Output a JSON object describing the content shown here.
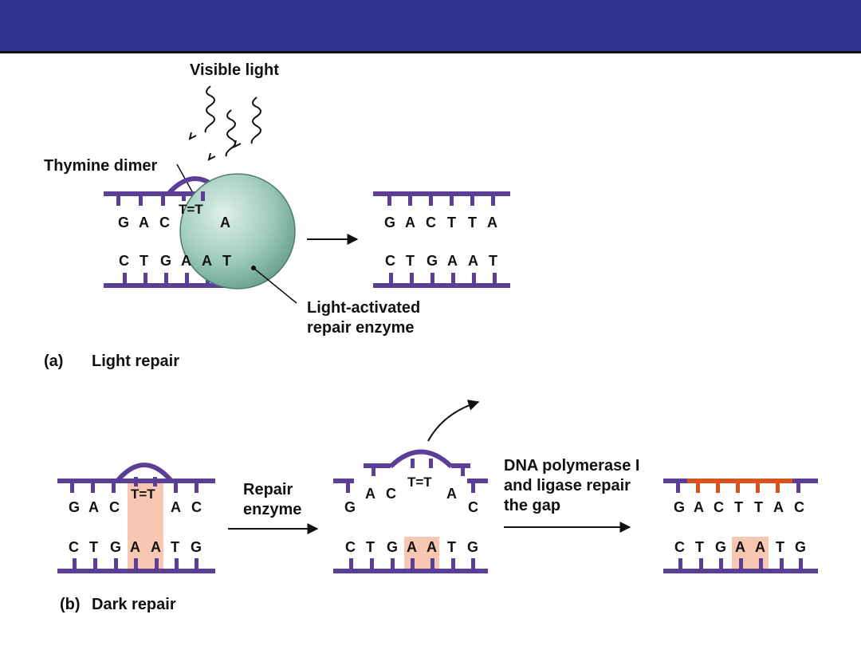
{
  "colors": {
    "header": "#33338f",
    "strand": "#5b3f97",
    "new_strand": "#d9531e",
    "highlight": "#f7c7b1",
    "enzyme": "#9bc9b9"
  },
  "panel_a": {
    "visible_light": "Visible light",
    "thymine_dimer": "Thymine dimer",
    "dimer": "T=T",
    "before_top": [
      "G",
      "A",
      "C",
      "",
      "",
      "A"
    ],
    "before_bottom": [
      "C",
      "T",
      "G",
      "A",
      "A",
      "T"
    ],
    "after_top": [
      "G",
      "A",
      "C",
      "T",
      "T",
      "A"
    ],
    "after_bottom": [
      "C",
      "T",
      "G",
      "A",
      "A",
      "T"
    ],
    "enzyme_label_1": "Light-activated",
    "enzyme_label_2": "repair enzyme",
    "caption_letter": "(a)",
    "caption_title": "Light repair"
  },
  "panel_b": {
    "dimer": "T=T",
    "s1_top": [
      "G",
      "A",
      "C",
      "",
      "",
      "A",
      "C"
    ],
    "s1_bottom": [
      "C",
      "T",
      "G",
      "A",
      "A",
      "T",
      "G"
    ],
    "step1_label_1": "Repair",
    "step1_label_2": "enzyme",
    "s2_top": [
      "G",
      "A",
      "C",
      "",
      "",
      "A",
      "C"
    ],
    "s2_bottom": [
      "C",
      "T",
      "G",
      "A",
      "A",
      "T",
      "G"
    ],
    "step2_label_1": "DNA polymerase I",
    "step2_label_2": "and ligase repair",
    "step2_label_3": "the gap",
    "s3_top": [
      "G",
      "A",
      "C",
      "T",
      "T",
      "A",
      "C"
    ],
    "s3_bottom": [
      "C",
      "T",
      "G",
      "A",
      "A",
      "T",
      "G"
    ],
    "caption_letter": "(b)",
    "caption_title": "Dark repair"
  }
}
